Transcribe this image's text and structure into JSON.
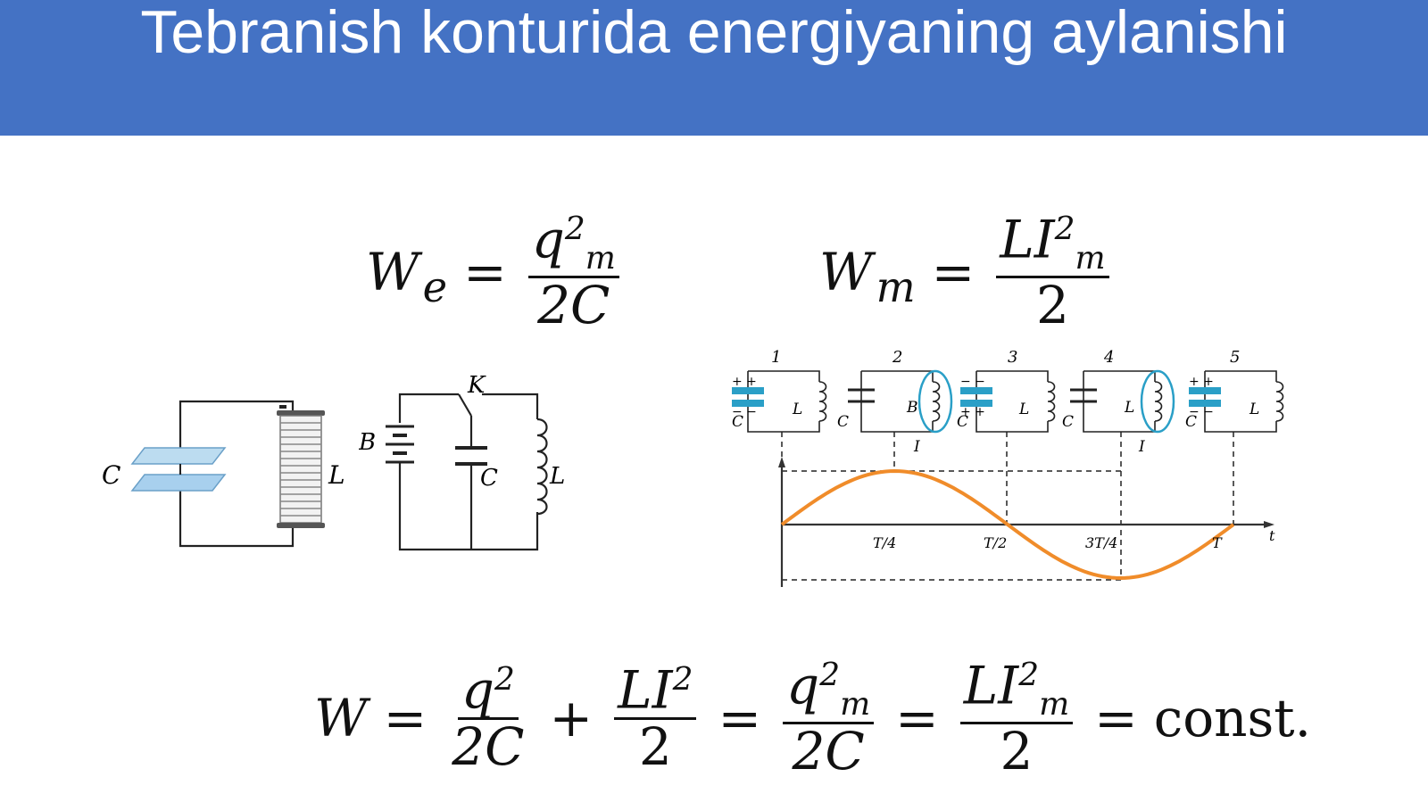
{
  "slide": {
    "title": "Tebranish konturida energiyaning aylanishi"
  },
  "formulas": {
    "we": {
      "lhs": "W",
      "lhs_sub": "e",
      "eq": "=",
      "num": "q",
      "num_sub": "m",
      "num_sup": "2",
      "den": "2C"
    },
    "wm": {
      "lhs": "W",
      "lhs_sub": "m",
      "eq": "=",
      "num": "LI",
      "num_sub": "m",
      "num_sup": "2",
      "den": "2"
    },
    "total": {
      "lhs": "W",
      "eq": "=",
      "t1_num": "q",
      "t1_sup": "2",
      "t1_den": "2C",
      "plus": "+",
      "t2_num": "LI",
      "t2_sup": "2",
      "t2_den": "2",
      "t3_num": "q",
      "t3_sub": "m",
      "t3_sup": "2",
      "t3_den": "2C",
      "t4_num": "LI",
      "t4_sub": "m",
      "t4_sup": "2",
      "t4_den": "2",
      "rhs": "const."
    }
  },
  "left_diagram": {
    "capacitor_label": "C",
    "coil_label": "L"
  },
  "circuit": {
    "battery_label": "B",
    "switch_label": "K",
    "capacitor_label": "C",
    "inductor_label": "L"
  },
  "cycle": {
    "stage_numbers": [
      "1",
      "2",
      "3",
      "4",
      "5"
    ],
    "capacitor_label": "C",
    "inductor_label": "L",
    "field_label": "B",
    "current_label": "I",
    "time_labels": [
      "T/4",
      "T/2",
      "3T/4",
      "T"
    ],
    "axis_label": "t",
    "curve_color": "#f08c2a",
    "field_color": "#2a9fc7"
  }
}
